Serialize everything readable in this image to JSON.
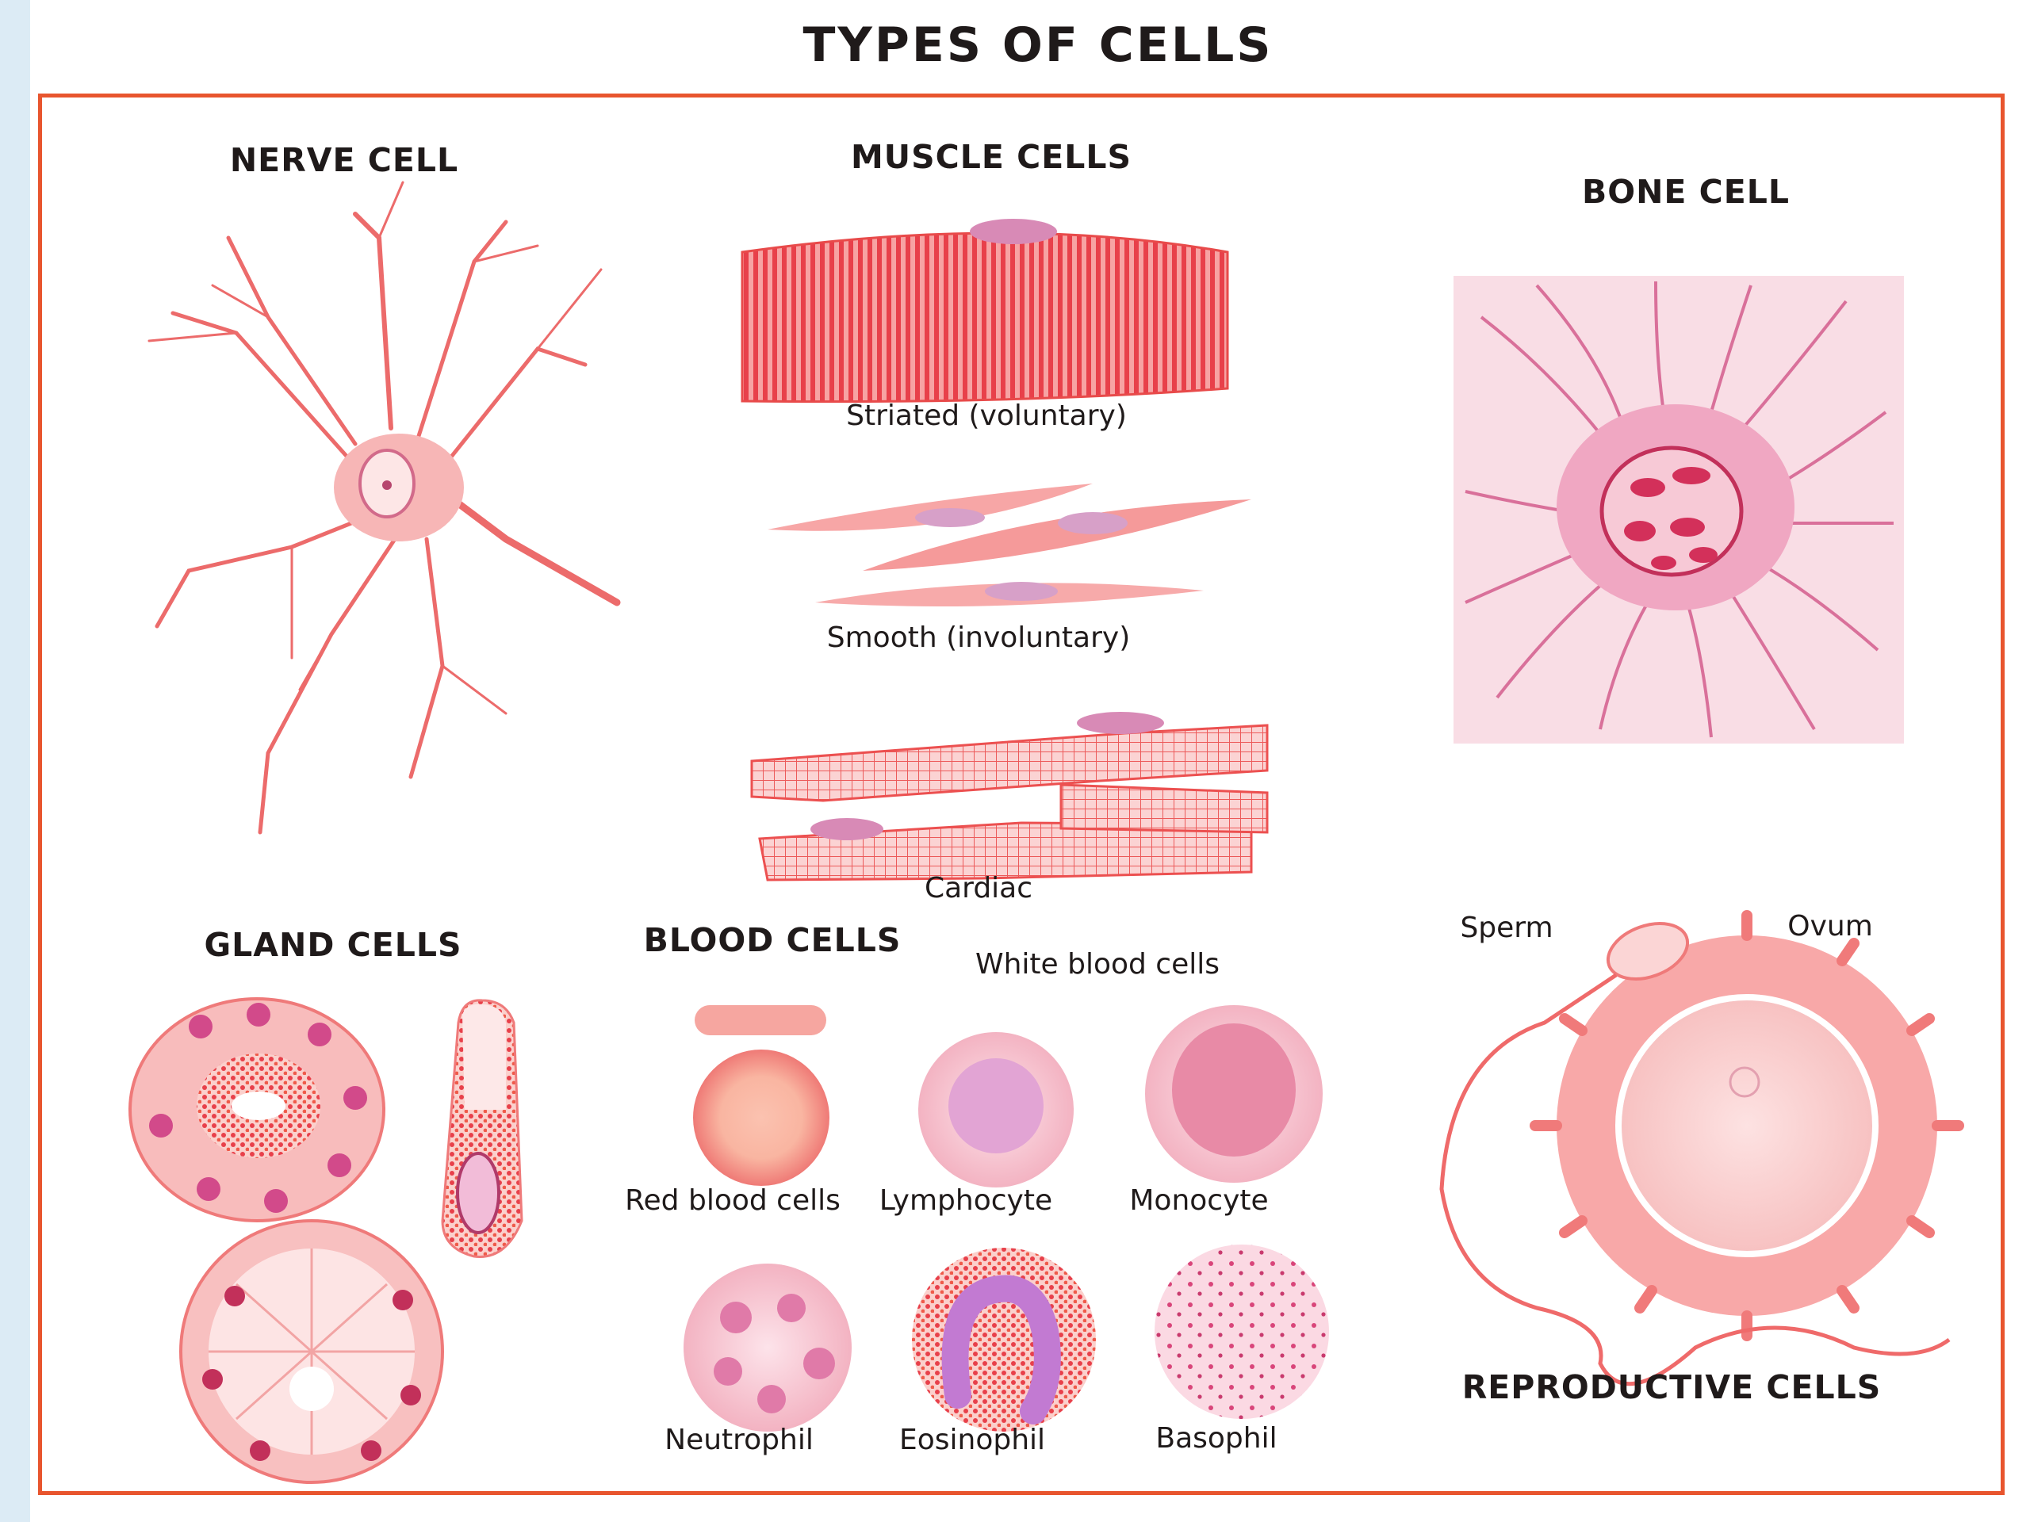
{
  "title": "TYPES OF CELLS",
  "sections": {
    "nerve": "NERVE CELL",
    "muscle": "MUSCLE CELLS",
    "bone": "BONE CELL",
    "gland": "GLAND CELLS",
    "blood": "BLOOD CELLS",
    "reproductive": "REPRODUCTIVE CELLS"
  },
  "labels": {
    "striated": "Striated (voluntary)",
    "smooth": "Smooth (involuntary)",
    "cardiac": "Cardiac",
    "white_blood_cells": "White blood cells",
    "red_blood_cells": "Red blood cells",
    "lymphocyte": "Lymphocyte",
    "monocyte": "Monocyte",
    "neutrophil": "Neutrophil",
    "eosinophil": "Eosinophil",
    "basophil": "Basophil",
    "sperm": "Sperm",
    "ovum": "Ovum"
  },
  "colors": {
    "frame": "#e8552e",
    "cell_red": "#e8404a",
    "cell_pink": "#f3b3bd",
    "nucleus": "#c24a8a"
  }
}
